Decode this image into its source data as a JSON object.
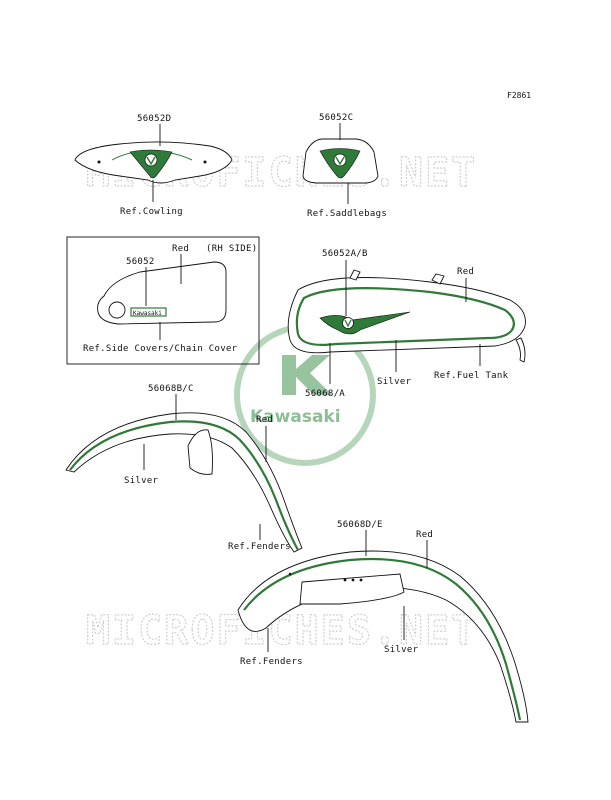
{
  "figure_code": "F2861",
  "watermark": {
    "site_text": "MICROFICHES.NET",
    "logo_text": "Kawasaki"
  },
  "labels": {
    "p56052D": "56052D",
    "ref_cowling": "Ref.Cowling",
    "p56052C": "56052C",
    "ref_saddlebags": "Ref.Saddlebags",
    "inset_red": "Red",
    "rh_side": "(RH SIDE)",
    "p56052": "56052",
    "emblem_text": "Kawasaki",
    "ref_side_covers": "Ref.Side Covers/Chain Cover",
    "p56052AB": "56052A/B",
    "tank_red": "Red",
    "p56068A": "56068/A",
    "tank_silver": "Silver",
    "ref_fuel_tank": "Ref.Fuel Tank",
    "p56068BC": "56068B/C",
    "rear_red": "Red",
    "rear_silver": "Silver",
    "ref_fenders_1": "Ref.Fenders",
    "p56068DE": "56068D/E",
    "front_red": "Red",
    "ref_fenders_2": "Ref.Fenders",
    "front_silver": "Silver"
  },
  "colors": {
    "stripe": "#2f7a38",
    "line": "#111111",
    "watermark": "#cfcfcf",
    "logo": "#2f8a3e"
  }
}
